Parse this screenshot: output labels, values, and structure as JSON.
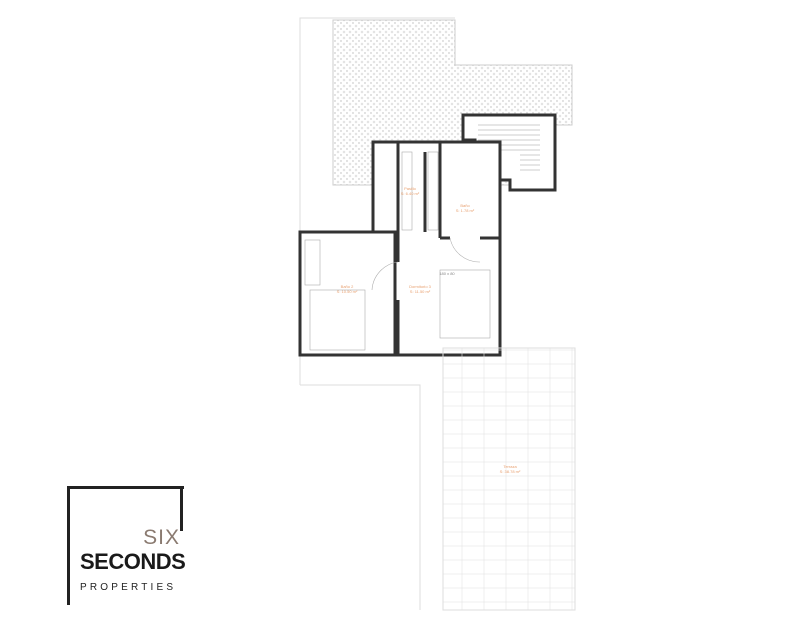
{
  "rooms": [
    {
      "name": "Pasillo",
      "area": "S: 6.40 m²"
    },
    {
      "name": "Baño",
      "area": "S: 1.78 m²"
    },
    {
      "name": "Baño 2",
      "area": "S: 10.50 m²"
    },
    {
      "name": "Dormitorio 3",
      "area": "S: 11.50 m²"
    },
    {
      "name": "Terraza",
      "area": "S: 38.78 m²"
    }
  ],
  "bed_size": "180 x 80",
  "logo": {
    "line1": "SIX",
    "line2": "SECONDS",
    "line3": "PROPERTIES"
  },
  "colors": {
    "label": "#e8a070",
    "wall": "#333333",
    "logo_accent": "#8a7a70"
  }
}
